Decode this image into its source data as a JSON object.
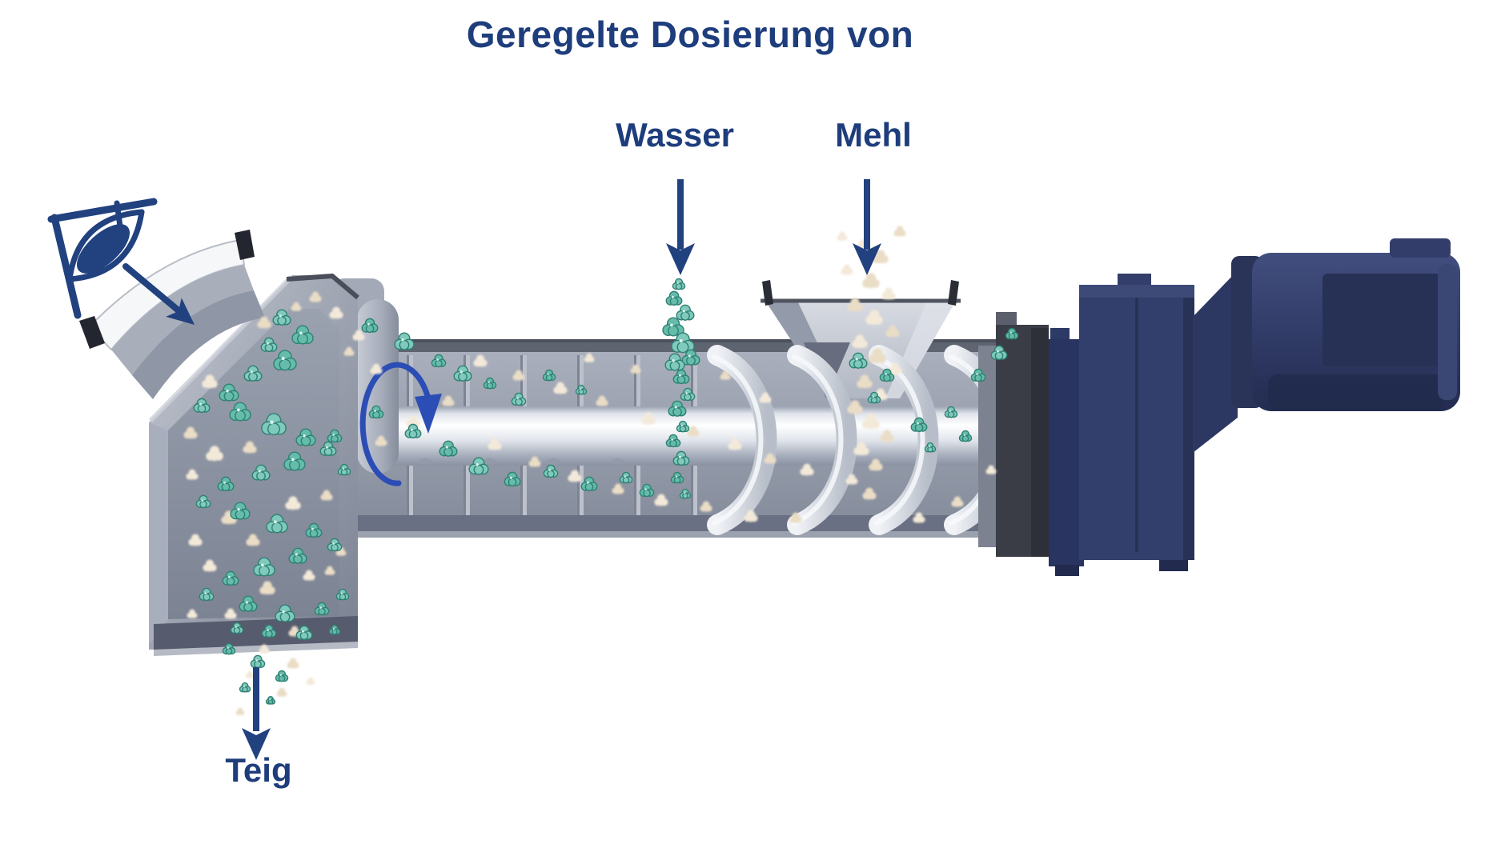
{
  "title": "Geregelte Dosierung von",
  "labels": {
    "water": "Wasser",
    "flour": "Mehl",
    "dough": "Teig"
  },
  "icons": {
    "eye": "eye-icon",
    "rotation": "rotation-arrow-icon"
  },
  "colors": {
    "label_text": "#1e3d7c",
    "annotation_arrow": "#21417f",
    "rotation_arrow": "#2b4db5"
  },
  "illustration": {
    "colors": {
      "water": "#7fcabc",
      "water_alt": "#65bcab",
      "water_edge": "#2f8073",
      "flour": "#f3e9d9",
      "flour_alt": "#eaddc6"
    },
    "particles": {
      "water": [
        [
          848,
          356,
          7
        ],
        [
          842,
          374,
          9
        ],
        [
          856,
          392,
          10
        ],
        [
          841,
          410,
          12
        ],
        [
          853,
          430,
          13
        ],
        [
          863,
          448,
          10
        ],
        [
          843,
          454,
          11
        ],
        [
          851,
          472,
          9
        ],
        [
          859,
          494,
          8
        ],
        [
          846,
          512,
          10
        ],
        [
          853,
          534,
          7
        ],
        [
          841,
          552,
          8
        ],
        [
          851,
          574,
          9
        ],
        [
          846,
          598,
          7
        ],
        [
          856,
          618,
          6
        ],
        [
          462,
          408,
          9
        ],
        [
          505,
          428,
          11
        ],
        [
          548,
          452,
          8
        ],
        [
          578,
          468,
          10
        ],
        [
          612,
          480,
          7
        ],
        [
          648,
          500,
          8
        ],
        [
          686,
          470,
          7
        ],
        [
          726,
          488,
          6
        ],
        [
          470,
          516,
          8
        ],
        [
          516,
          540,
          9
        ],
        [
          560,
          562,
          10
        ],
        [
          598,
          584,
          11
        ],
        [
          640,
          600,
          9
        ],
        [
          688,
          590,
          8
        ],
        [
          736,
          606,
          9
        ],
        [
          782,
          598,
          7
        ],
        [
          808,
          614,
          8
        ],
        [
          430,
          588,
          7
        ],
        [
          418,
          546,
          8
        ],
        [
          1072,
          452,
          10
        ],
        [
          1108,
          470,
          8
        ],
        [
          1092,
          498,
          7
        ],
        [
          1148,
          532,
          9
        ],
        [
          1188,
          516,
          7
        ],
        [
          1222,
          470,
          8
        ],
        [
          1248,
          442,
          9
        ],
        [
          1264,
          418,
          7
        ],
        [
          1162,
          560,
          6
        ],
        [
          1206,
          546,
          7
        ],
        [
          352,
          398,
          10
        ],
        [
          378,
          420,
          12
        ],
        [
          336,
          432,
          9
        ],
        [
          356,
          452,
          13
        ],
        [
          316,
          468,
          10
        ],
        [
          286,
          492,
          11
        ],
        [
          252,
          508,
          9
        ],
        [
          300,
          516,
          12
        ],
        [
          342,
          532,
          14
        ],
        [
          382,
          548,
          11
        ],
        [
          410,
          562,
          9
        ],
        [
          368,
          578,
          12
        ],
        [
          326,
          592,
          10
        ],
        [
          282,
          606,
          9
        ],
        [
          254,
          628,
          8
        ],
        [
          300,
          640,
          11
        ],
        [
          346,
          656,
          12
        ],
        [
          392,
          664,
          9
        ],
        [
          418,
          682,
          8
        ],
        [
          372,
          696,
          10
        ],
        [
          330,
          710,
          12
        ],
        [
          288,
          724,
          9
        ],
        [
          258,
          744,
          8
        ],
        [
          310,
          756,
          10
        ],
        [
          356,
          768,
          11
        ],
        [
          402,
          762,
          8
        ],
        [
          428,
          744,
          7
        ],
        [
          418,
          788,
          6
        ],
        [
          380,
          792,
          9
        ],
        [
          336,
          790,
          8
        ],
        [
          296,
          786,
          7
        ],
        [
          286,
          812,
          7
        ],
        [
          322,
          828,
          8
        ],
        [
          352,
          846,
          7
        ],
        [
          306,
          860,
          6
        ],
        [
          338,
          876,
          5
        ]
      ],
      "flour": [
        [
          1052,
          296,
          6
        ],
        [
          1124,
          290,
          7
        ],
        [
          1078,
          308,
          8
        ],
        [
          1100,
          322,
          9
        ],
        [
          1058,
          338,
          7
        ],
        [
          1088,
          352,
          10
        ],
        [
          1110,
          368,
          8
        ],
        [
          1068,
          382,
          9
        ],
        [
          1092,
          398,
          10
        ],
        [
          1115,
          415,
          8
        ],
        [
          1074,
          428,
          9
        ],
        [
          1096,
          446,
          10
        ],
        [
          1118,
          462,
          8
        ],
        [
          1080,
          478,
          9
        ],
        [
          1100,
          494,
          8
        ],
        [
          1068,
          510,
          9
        ],
        [
          1088,
          528,
          10
        ],
        [
          1108,
          546,
          8
        ],
        [
          1076,
          562,
          9
        ],
        [
          1094,
          582,
          8
        ],
        [
          1064,
          600,
          7
        ],
        [
          1086,
          618,
          8
        ],
        [
          600,
          452,
          8
        ],
        [
          648,
          470,
          7
        ],
        [
          700,
          486,
          8
        ],
        [
          752,
          502,
          7
        ],
        [
          810,
          524,
          8
        ],
        [
          866,
          540,
          7
        ],
        [
          918,
          556,
          8
        ],
        [
          962,
          574,
          7
        ],
        [
          1008,
          588,
          8
        ],
        [
          560,
          502,
          7
        ],
        [
          516,
          528,
          8
        ],
        [
          476,
          552,
          7
        ],
        [
          618,
          556,
          8
        ],
        [
          668,
          578,
          7
        ],
        [
          718,
          596,
          8
        ],
        [
          772,
          612,
          7
        ],
        [
          826,
          626,
          8
        ],
        [
          882,
          634,
          7
        ],
        [
          938,
          646,
          8
        ],
        [
          994,
          648,
          7
        ],
        [
          1148,
          648,
          7
        ],
        [
          1196,
          628,
          7
        ],
        [
          1238,
          588,
          6
        ],
        [
          906,
          470,
          6
        ],
        [
          956,
          498,
          7
        ],
        [
          794,
          462,
          6
        ],
        [
          736,
          448,
          6
        ],
        [
          436,
          440,
          6
        ],
        [
          470,
          462,
          7
        ],
        [
          394,
          372,
          7
        ],
        [
          420,
          392,
          8
        ],
        [
          370,
          384,
          6
        ],
        [
          448,
          420,
          7
        ],
        [
          330,
          404,
          8
        ],
        [
          262,
          478,
          9
        ],
        [
          238,
          542,
          8
        ],
        [
          268,
          568,
          10
        ],
        [
          312,
          560,
          8
        ],
        [
          240,
          594,
          7
        ],
        [
          286,
          648,
          9
        ],
        [
          244,
          676,
          8
        ],
        [
          316,
          676,
          8
        ],
        [
          366,
          630,
          9
        ],
        [
          408,
          620,
          7
        ],
        [
          262,
          708,
          8
        ],
        [
          334,
          736,
          9
        ],
        [
          386,
          720,
          7
        ],
        [
          412,
          714,
          6
        ],
        [
          288,
          768,
          7
        ],
        [
          368,
          790,
          7
        ],
        [
          240,
          768,
          6
        ],
        [
          426,
          690,
          6
        ],
        [
          330,
          812,
          6
        ],
        [
          366,
          830,
          7
        ],
        [
          312,
          844,
          5
        ],
        [
          352,
          866,
          6
        ],
        [
          388,
          852,
          5
        ],
        [
          300,
          890,
          5
        ]
      ]
    }
  }
}
